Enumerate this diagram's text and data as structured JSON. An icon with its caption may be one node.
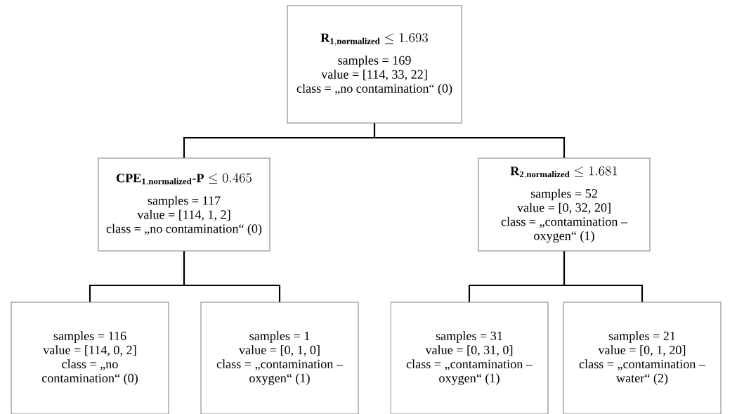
{
  "diagram": {
    "nodes": [
      {
        "text": [
          "\\mathbf{R}_{\\mathbf{1,normalized}} \\leq 1.693",
          "samples = 169",
          "value = [114, 33, 22]",
          "class = „no contamination“ (0)"
        ]
      },
      {
        "text": [
          "\\mathbf{CPE}_{\\mathbf{1,normalized}}\\mathbf{\\text{-}P} \\leq 0.465",
          "samples = 117",
          "value = [114, 1, 2]",
          "class = „no contamination“ (0)"
        ]
      },
      {
        "text": [
          "\\mathbf{R}_{\\mathbf{2,normalized}} \\leq 1.681",
          "samples = 52",
          "value = [0, 32, 20]",
          "class = „contamination – oxygen“ (1)"
        ]
      },
      {
        "text": [
          "samples = 116",
          "value = [114, 0, 2]",
          "class = „no contamination“ (0)"
        ]
      },
      {
        "text": [
          "samples = 1",
          "value = [0, 1, 0]",
          "class = „contamination – oxygen“ (1)"
        ]
      },
      {
        "text": [
          "samples = 31",
          "value = [0, 31, 0]",
          "class = „contamination – oxygen“ (1)"
        ]
      },
      {
        "text": [
          "samples = 21",
          "value = [0, 1, 20]",
          "class = „contamination – water“ (2)"
        ]
      }
    ],
    "edges": [
      {
        "from": 0,
        "to": 1,
        "arrow": "none"
      },
      {
        "from": 0,
        "to": 2,
        "arrow": "none"
      },
      {
        "from": 1,
        "to": 3,
        "arrow": "none"
      },
      {
        "from": 1,
        "to": 4,
        "arrow": "none"
      },
      {
        "from": 2,
        "to": 5,
        "arrow": "none"
      },
      {
        "from": 2,
        "to": 6,
        "arrow": "none"
      }
    ]
  }
}
